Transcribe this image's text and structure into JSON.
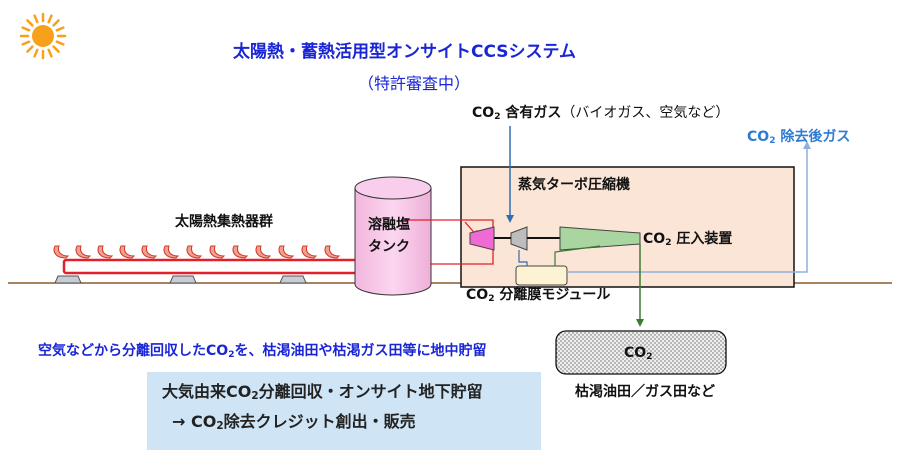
{
  "title": "太陽熱・蓄熱活用型オンサイトCCSシステム",
  "subtitle": "（特許審査中）",
  "input_gas": {
    "prefix": "CO",
    "sub": "2",
    "label": "含有ガス",
    "note": "（バイオガス、空気など）"
  },
  "output_gas": {
    "prefix": "CO",
    "sub": "2",
    "label": "除去後ガス"
  },
  "collector_label": "太陽熱集熱器群",
  "tank_label_line1": "溶融塩",
  "tank_label_line2": "タンク",
  "turbine_label": "蒸気ターボ圧縮機",
  "compressor_label": {
    "prefix": "CO",
    "sub": "2",
    "label": "圧入装置"
  },
  "membrane_label": {
    "prefix": "CO",
    "sub": "2",
    "label": "分離膜モジュール"
  },
  "reservoir_co2": {
    "prefix": "CO",
    "sub": "2"
  },
  "reservoir_label": "枯渇油田／ガス田など",
  "statement": {
    "pre": "空気などから分離回収したCO",
    "sub": "2",
    "post": "を、枯渇油田や枯渇ガス田等に地中貯留"
  },
  "box_line1": {
    "pre": "大気由来CO",
    "sub": "2",
    "post": "分離回収・オンサイト地下貯留"
  },
  "box_line2": {
    "pre": "→ CO",
    "sub": "2",
    "post": "除去クレジット創出・販売"
  },
  "colors": {
    "title_blue": "#1a25d6",
    "output_blue": "#2e7bd4",
    "plant_fill": "#fbe5d6",
    "tank_fill": "#f6c8e8",
    "pipe_red": "#e0202a",
    "turbine_pink": "#f06ad6",
    "compressor_green": "#a9d6a0",
    "membrane_fill": "#fdf3d3",
    "ground_brown": "#8b5a2b",
    "box_fill": "#cfe5f6",
    "sun": "#f7a11a"
  },
  "icons": [
    "sun-icon",
    "solar-collector-icon",
    "molten-salt-tank-icon",
    "steam-turbine-icon",
    "compressor-icon",
    "membrane-module-icon",
    "reservoir-icon"
  ]
}
